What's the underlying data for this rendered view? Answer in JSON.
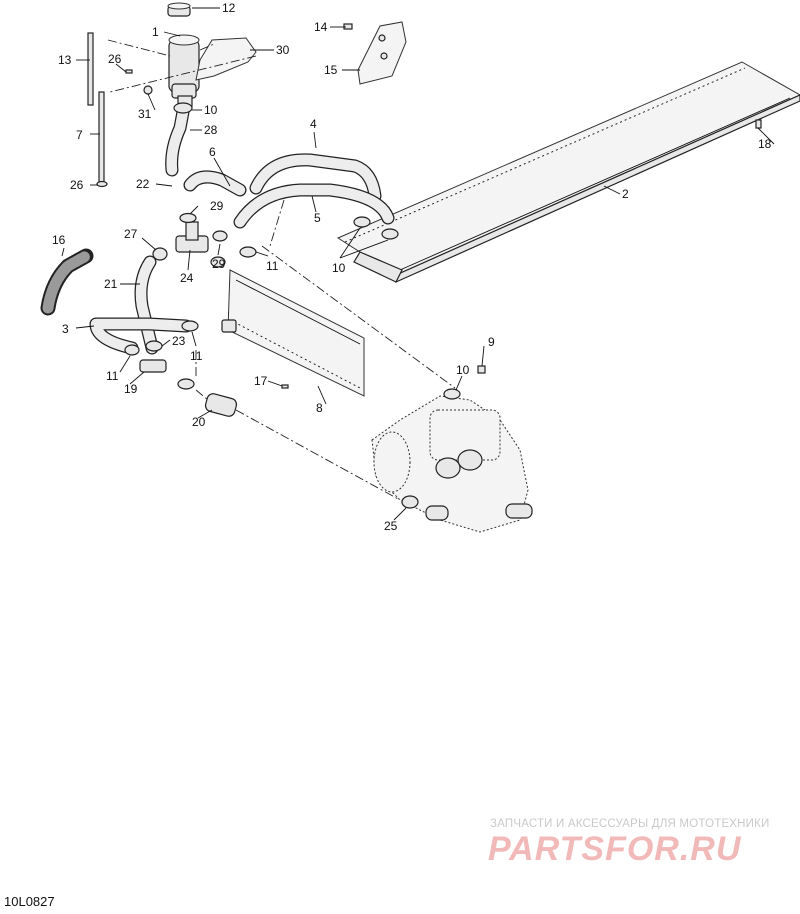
{
  "diagram": {
    "drawing_code": "10L0827",
    "callouts": [
      {
        "id": "c1",
        "label": "1"
      },
      {
        "id": "c2",
        "label": "2"
      },
      {
        "id": "c3",
        "label": "3"
      },
      {
        "id": "c4",
        "label": "4"
      },
      {
        "id": "c5",
        "label": "5"
      },
      {
        "id": "c6",
        "label": "6"
      },
      {
        "id": "c7",
        "label": "7"
      },
      {
        "id": "c8",
        "label": "8"
      },
      {
        "id": "c9",
        "label": "9"
      },
      {
        "id": "c10a",
        "label": "10"
      },
      {
        "id": "c10b",
        "label": "10"
      },
      {
        "id": "c10c",
        "label": "10"
      },
      {
        "id": "c11a",
        "label": "11"
      },
      {
        "id": "c11b",
        "label": "11"
      },
      {
        "id": "c11c",
        "label": "11"
      },
      {
        "id": "c12",
        "label": "12"
      },
      {
        "id": "c13",
        "label": "13"
      },
      {
        "id": "c14",
        "label": "14"
      },
      {
        "id": "c15",
        "label": "15"
      },
      {
        "id": "c16",
        "label": "16"
      },
      {
        "id": "c17",
        "label": "17"
      },
      {
        "id": "c18",
        "label": "18"
      },
      {
        "id": "c19",
        "label": "19"
      },
      {
        "id": "c20",
        "label": "20"
      },
      {
        "id": "c21",
        "label": "21"
      },
      {
        "id": "c22",
        "label": "22"
      },
      {
        "id": "c23",
        "label": "23"
      },
      {
        "id": "c24",
        "label": "24"
      },
      {
        "id": "c25",
        "label": "25"
      },
      {
        "id": "c26a",
        "label": "26"
      },
      {
        "id": "c26b",
        "label": "26"
      },
      {
        "id": "c27",
        "label": "27"
      },
      {
        "id": "c28",
        "label": "28"
      },
      {
        "id": "c29a",
        "label": "29"
      },
      {
        "id": "c29b",
        "label": "29"
      },
      {
        "id": "c30",
        "label": "30"
      },
      {
        "id": "c31",
        "label": "31"
      }
    ]
  },
  "watermark": {
    "tagline": "ЗАПЧАСТИ И АКСЕССУАРЫ ДЛЯ МОТОТЕХНИКИ",
    "logo": "PARTSFOR.RU",
    "color": "#f2b9b9"
  }
}
